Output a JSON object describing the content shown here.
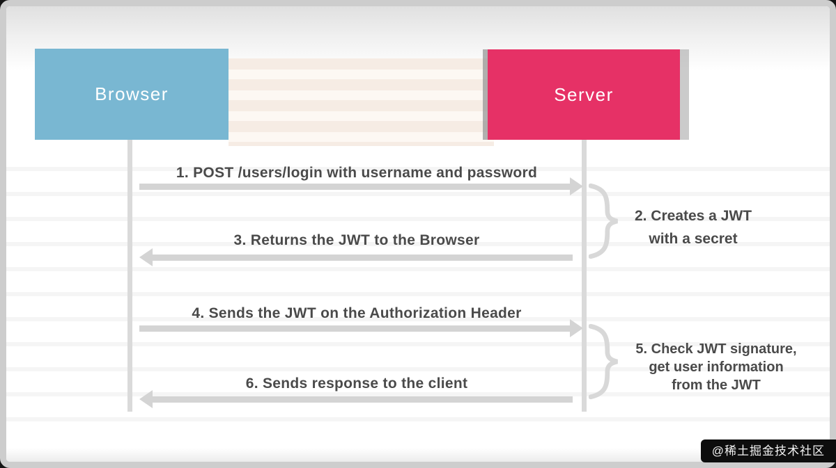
{
  "diagram": {
    "type": "sequence",
    "topic": "JWT token-based authentication flow",
    "actors": [
      {
        "id": "browser",
        "label": "Browser",
        "color": "#79b7d2"
      },
      {
        "id": "server",
        "label": "Server",
        "color": "#e63166"
      }
    ],
    "messages": [
      {
        "seq": 1,
        "from": "browser",
        "to": "server",
        "direction": "right",
        "text": "1. POST /users/login with username and password"
      },
      {
        "seq": 3,
        "from": "server",
        "to": "browser",
        "direction": "left",
        "text": "3. Returns the JWT to the Browser"
      },
      {
        "seq": 4,
        "from": "browser",
        "to": "server",
        "direction": "right",
        "text": "4. Sends the JWT on the Authorization Header"
      },
      {
        "seq": 6,
        "from": "server",
        "to": "browser",
        "direction": "left",
        "text": "6. Sends response to the client"
      }
    ],
    "server_notes": [
      {
        "seq": 2,
        "lines": [
          "2. Creates a JWT",
          "with a secret"
        ]
      },
      {
        "seq": 5,
        "lines": [
          "5. Check JWT signature,",
          "get user information",
          "from the JWT"
        ]
      }
    ],
    "watermark": "@稀土掘金技术社区",
    "colors": {
      "browser_box": "#79b7d2",
      "server_box": "#e63166",
      "arrow_gray": "#d4d4d4",
      "lifeline_gray": "#dadada",
      "label_text": "#4a4a4a",
      "frame_border": "#cdcdcd",
      "stripe_cream": "#f6ece4",
      "watermark_bg": "#0d0d0d"
    }
  }
}
